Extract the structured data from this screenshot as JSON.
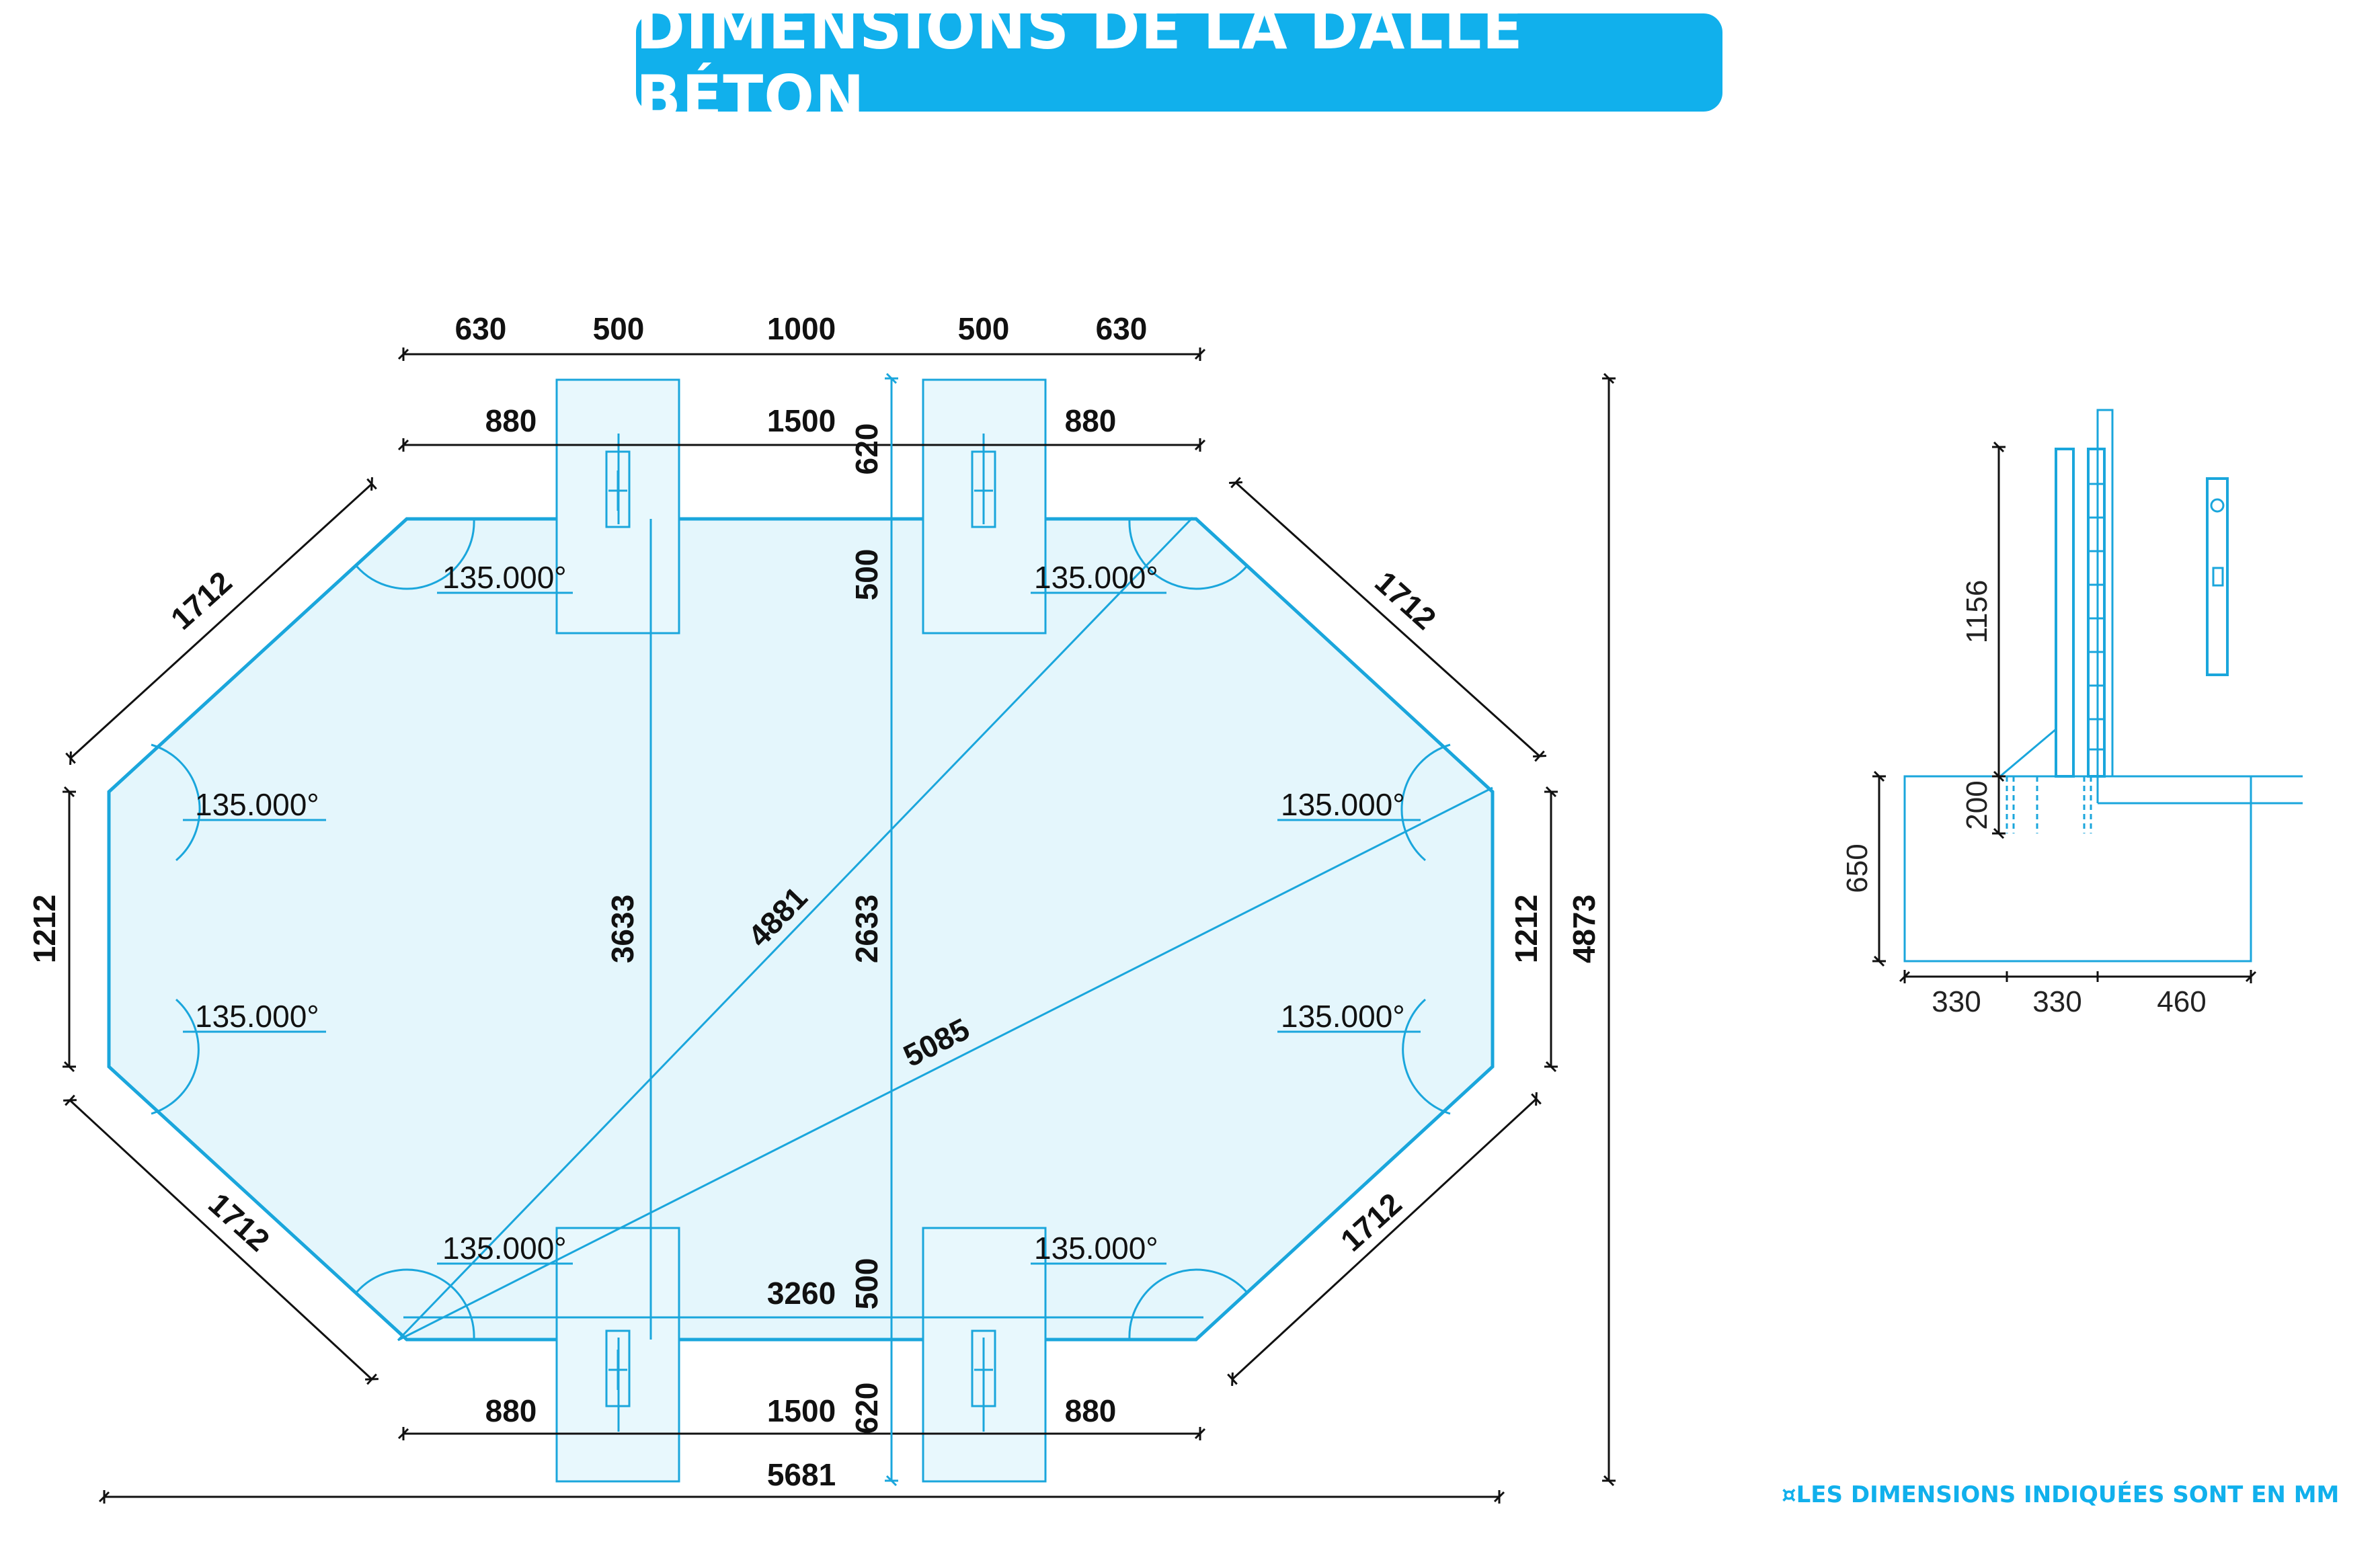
{
  "title": "DIMENSIONS DE LA DALLE BÉTON",
  "units_note": "¤LES DIMENSIONS INDIQUÉES SONT EN MM",
  "colors": {
    "accent": "#11b0ec",
    "fill": "#e4f6fc",
    "line": "#1aa6dc"
  },
  "plan": {
    "top_dims": [
      "630",
      "500",
      "1000",
      "500",
      "630"
    ],
    "top_row2": [
      "880",
      "1500",
      "880"
    ],
    "bottom_row": [
      "880",
      "1500",
      "880"
    ],
    "side_edges": [
      "1712",
      "1712",
      "1712",
      "1712"
    ],
    "left_height": "1212",
    "right_height": "1212",
    "total_height": "4873",
    "total_width": "5681",
    "angle": "135.000°",
    "vertical_3633": "3633",
    "diag_4881": "4881",
    "vertical_2633": "2633",
    "diag_5085": "5085",
    "inner_3260": "3260",
    "pad_620_top": "620",
    "pad_500_top": "500",
    "pad_500_bottom": "500",
    "pad_620_bottom": "620"
  },
  "section": {
    "h_1156": "1156",
    "h_200": "200",
    "h_650": "650",
    "w1": "330",
    "w2": "330",
    "w3": "460"
  }
}
